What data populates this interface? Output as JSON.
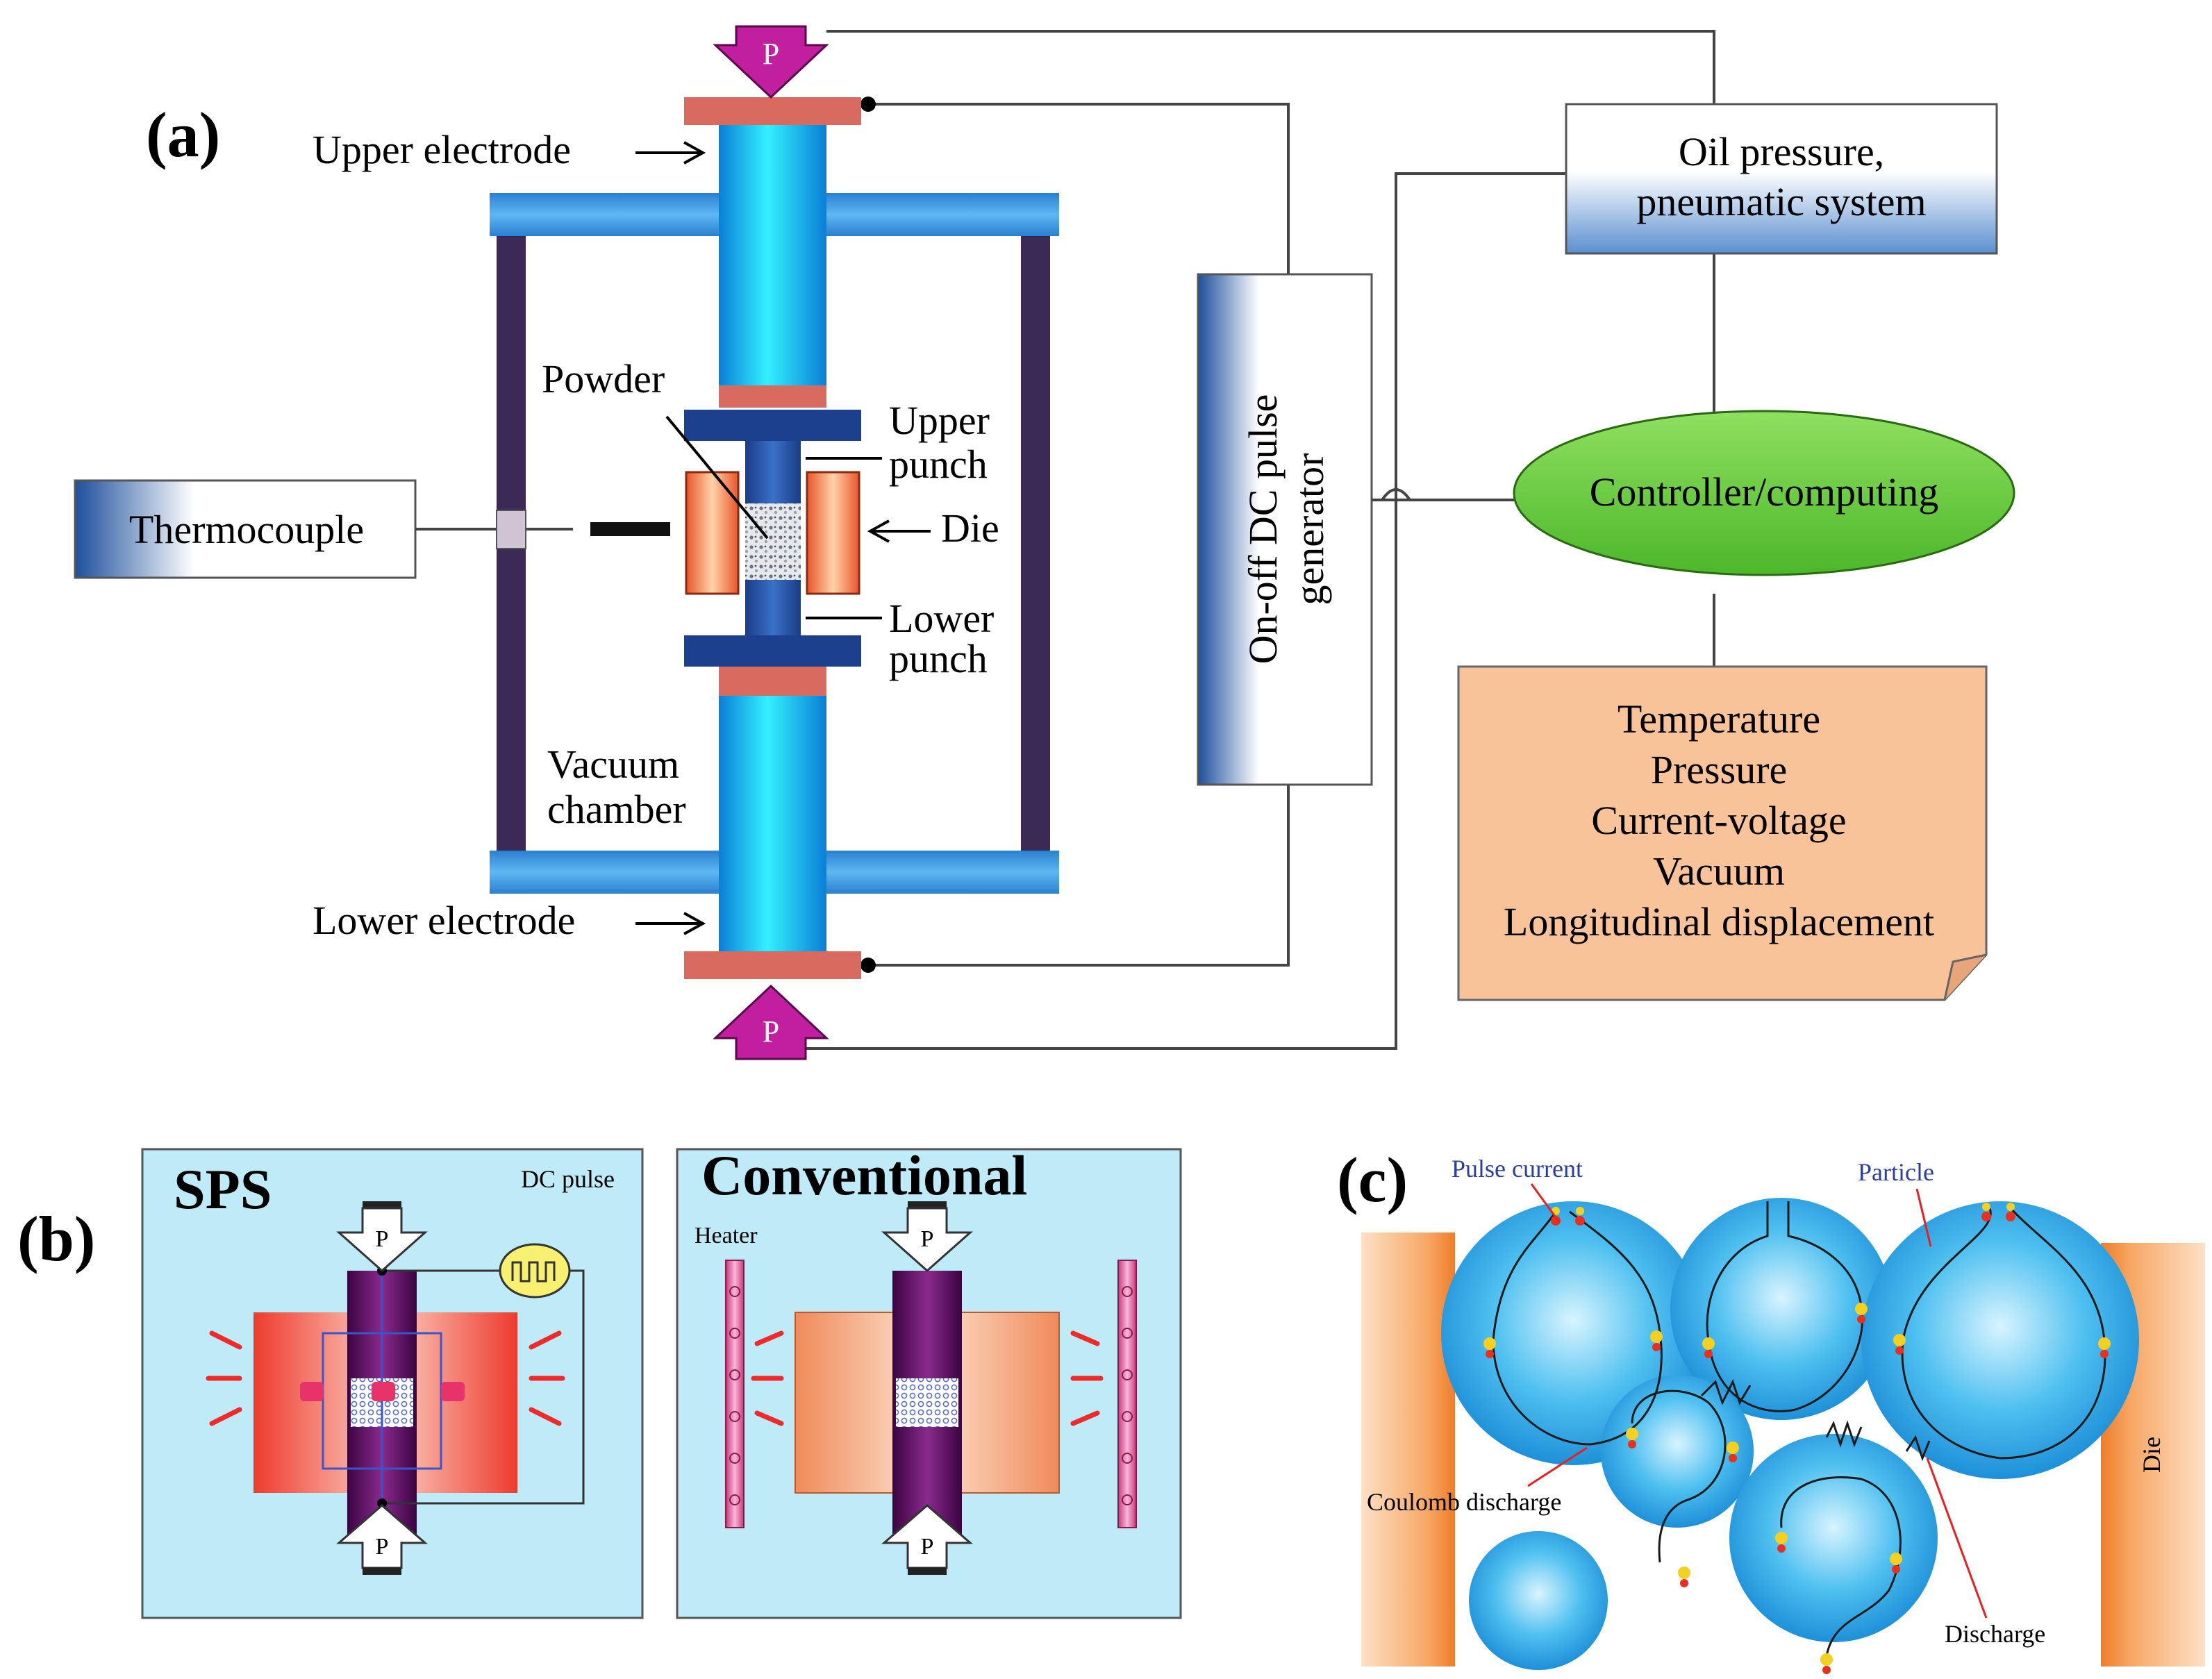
{
  "panels": {
    "a": {
      "letter": "(a)",
      "labels": {
        "upper_electrode": "Upper electrode",
        "lower_electrode": "Lower electrode",
        "powder": "Powder",
        "upper_punch_1": "Upper",
        "upper_punch_2": "punch",
        "die": "Die",
        "lower_punch_1": "Lower",
        "lower_punch_2": "punch",
        "vacuum_1": "Vacuum",
        "vacuum_2": "chamber",
        "thermocouple": "Thermocouple",
        "pulse_gen_1": "On-off DC pulse",
        "pulse_gen_2": "generator",
        "oil_1": "Oil pressure,",
        "oil_2": "pneumatic system",
        "controller": "Controller/computing",
        "pressure_top": "P",
        "pressure_bottom": "P"
      },
      "monitor_list": [
        "Temperature",
        "Pressure",
        "Current-voltage",
        "Vacuum",
        "Longitudinal displacement"
      ]
    },
    "b": {
      "letter": "(b)",
      "sps": {
        "title": "SPS",
        "dc_pulse": "DC pulse",
        "p_top": "P",
        "p_bottom": "P"
      },
      "conventional": {
        "title": "Conventional",
        "heater": "Heater",
        "p_top": "P",
        "p_bottom": "P"
      }
    },
    "c": {
      "letter": "(c)",
      "labels": {
        "pulse_current": "Pulse current",
        "particle": "Particle",
        "coulomb": "Coulomb discharge",
        "discharge": "Discharge",
        "die": "Die"
      }
    }
  },
  "colors": {
    "electrode_cyan": "#20d8f8",
    "frame_blue": "#3a9ee8",
    "frame_post": "#3a2a55",
    "electrode_plate": "#d96a60",
    "punch_navy": "#1c3f8e",
    "die_orange": "#f07a3a",
    "pressure_magenta": "#c21fa0",
    "controller_green": "#6ecf3a",
    "monitor_peach": "#f9c39a",
    "panel_b_bg": "#bfeaf8",
    "sps_die_red": "#f04a3a",
    "ram_purple": "#5a0a5e",
    "particle_blue": "#3fb3ea",
    "die_c_orange": "#f6a05a"
  }
}
